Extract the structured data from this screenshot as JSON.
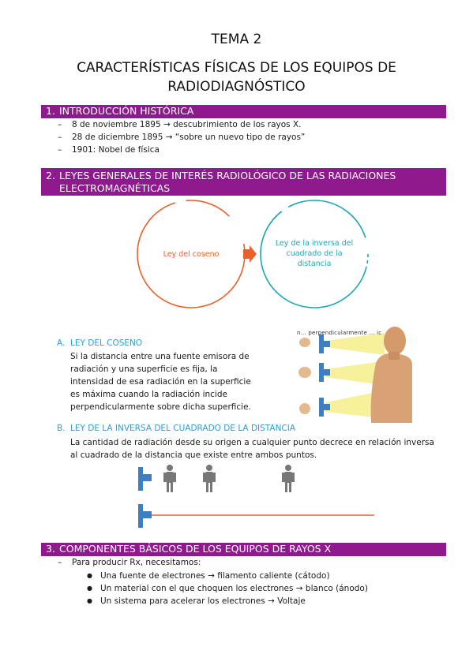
{
  "header": {
    "topic": "TEMA 2",
    "title_line1": "CARACTERÍSTICAS FÍSICAS DE LOS EQUIPOS DE",
    "title_line2": "RADIODIAGNÓSTICO"
  },
  "sections": {
    "intro": {
      "number": "1.",
      "title": "INTRODUCCIÓN HISTÓRICA",
      "items": [
        "8 de noviembre 1895 → descubrimiento de los rayos X.",
        "28 de diciembre 1895 → “sobre un nuevo tipo de rayos”",
        "1901: Nobel de física"
      ]
    },
    "laws": {
      "number": "2.",
      "title_line1": "LEYES GENERALES DE INTERÉS RADIOLÓGICO DE LAS RADIACIONES",
      "title_line2": "ELECTROMAGNÉTICAS",
      "diagram": {
        "left_label": "Ley del coseno",
        "right_label_line1": "Ley de la inversa del",
        "right_label_line2": "cuadrado de la",
        "right_label_line3": "distancia",
        "left_color": "#e8612c",
        "right_color": "#1fa7b5"
      },
      "cosine": {
        "letter": "A.",
        "title": "LEY DEL COSENO",
        "lines": [
          "Si la distancia entre una fuente emisora de",
          "radiación y una superficie es fija, la",
          "intensidad de esa radiación en la superficie",
          "es máxima cuando la radiación incide",
          "perpendicularmente sobre dicha superficie."
        ],
        "image_caption": "n... perpendicularmente ... ic"
      },
      "inverse": {
        "letter": "B.",
        "title": "LEY DE LA INVERSA DEL CUADRADO DE LA DISTANCIA",
        "lines": [
          "La cantidad de radiación desde su origen a cualquier punto decrece en relación inversa",
          "al cuadrado de la distancia que existe entre ambos puntos."
        ]
      }
    },
    "components": {
      "number": "3.",
      "title": "COMPONENTES BÁSICOS DE LOS EQUIPOS DE RAYOS X",
      "intro": "Para producir Rx, necesitamos:",
      "items": [
        "Una fuente de electrones → filamento caliente (cátodo)",
        "Un material con el que choquen los electrones → blanco (ánodo)",
        "Un sistema para acelerar los electrones → Voltaje"
      ]
    }
  },
  "colors": {
    "section_bar": "#8e1a8e",
    "subheading": "#2a9fd6",
    "tube": "#3e7fc1",
    "beam": "#f08a6a"
  }
}
